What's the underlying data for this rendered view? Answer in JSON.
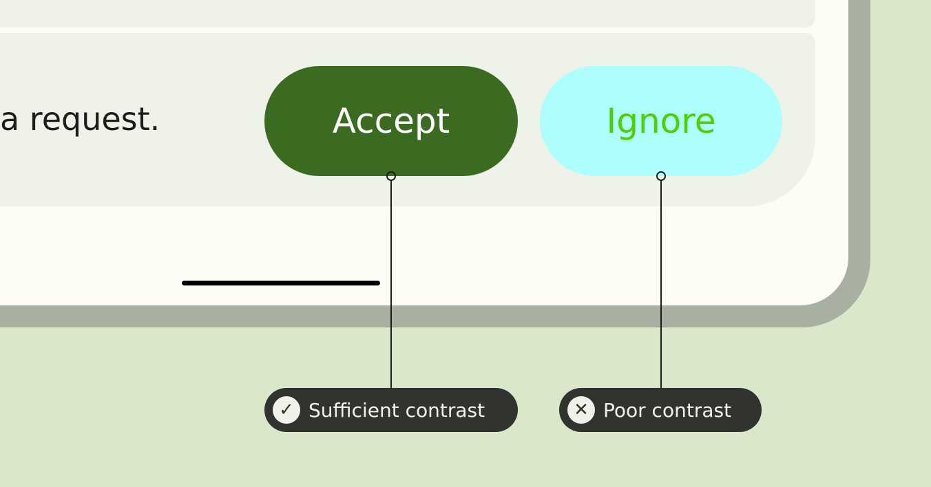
{
  "message": "a request.",
  "buttons": {
    "accept": "Accept",
    "ignore": "Ignore"
  },
  "annotations": [
    {
      "label": "Sufficient contrast",
      "icon": "check-circle-icon",
      "glyph": "✓"
    },
    {
      "label": "Poor contrast",
      "icon": "x-circle-icon",
      "glyph": "✕"
    }
  ],
  "colors": {
    "accept_bg": "#3a6b20",
    "accept_text": "#ffffff",
    "ignore_bg": "#aefefe",
    "ignore_text": "#4cd000",
    "background": "#dae7cb"
  }
}
